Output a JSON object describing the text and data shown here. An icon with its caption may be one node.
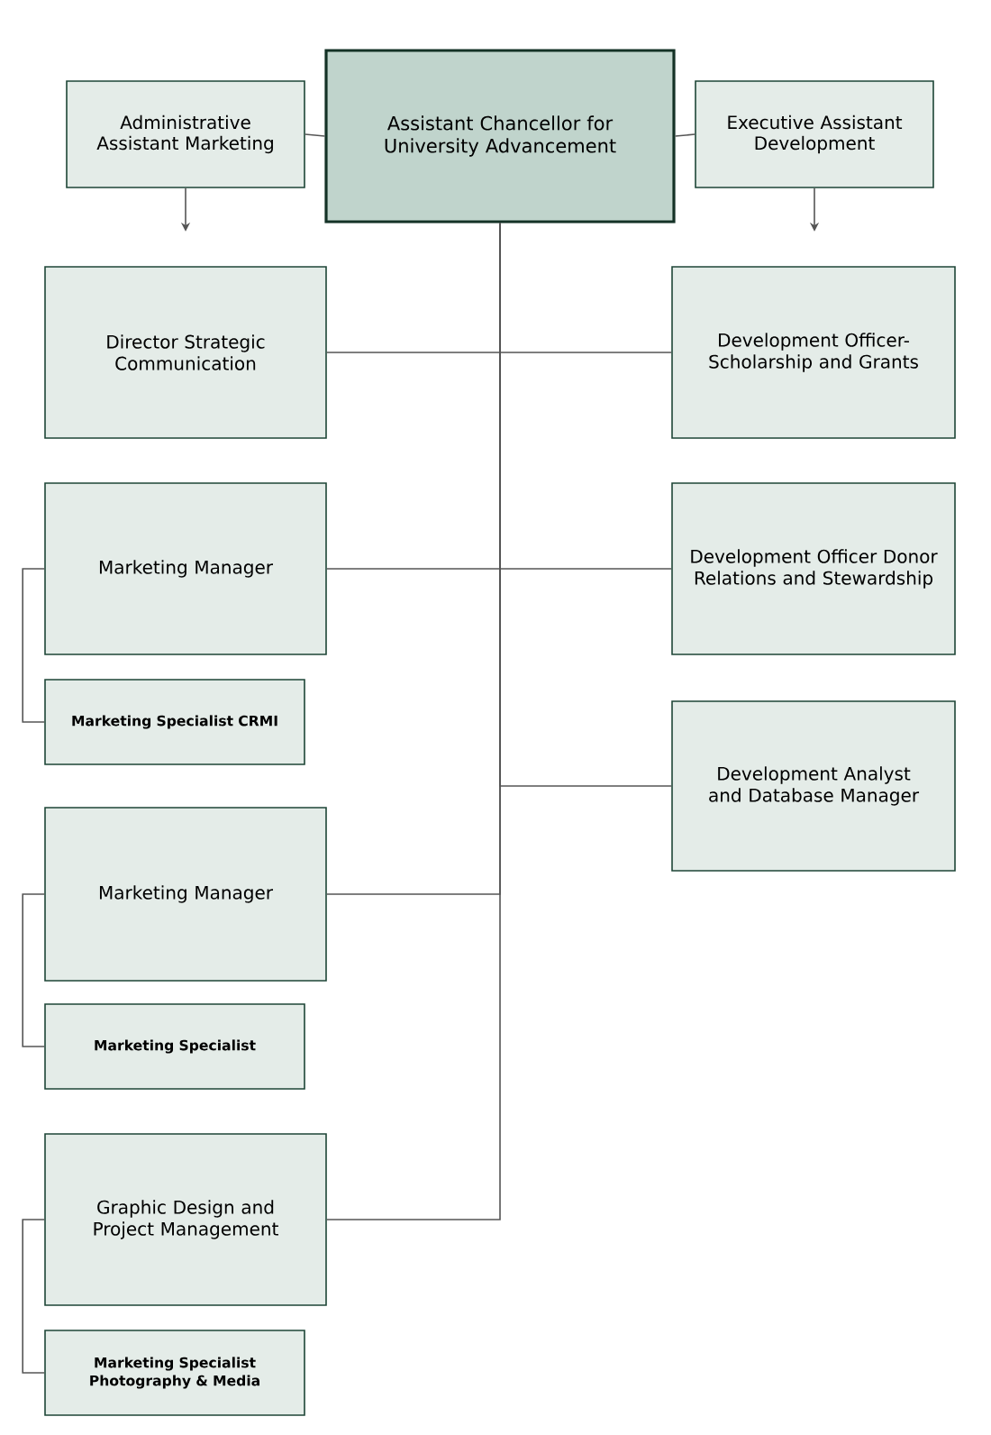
{
  "diagram": {
    "nodes": [
      {
        "text": [
          "Administrative Assistant Marketing"
        ]
      },
      {
        "text": [
          "Assistant Chancellor for University Advancement"
        ]
      },
      {
        "text": [
          "Executive Assistant Development"
        ]
      },
      {
        "text": [
          "Director Strategic Communication"
        ]
      },
      {
        "text": [
          "Development Officer-Scholarship and Grants"
        ]
      },
      {
        "text": [
          "Marketing Manager"
        ]
      },
      {
        "text": [
          "Development Officer Donor Relations and Stewardship"
        ]
      },
      {
        "text": [
          "Marketing Specialist CRMI"
        ]
      },
      {
        "text": [
          "Development Analyst and Database Manager"
        ]
      },
      {
        "text": [
          "Marketing Manager"
        ]
      },
      {
        "text": [
          "Marketing Specialist"
        ]
      },
      {
        "text": [
          "Graphic Design and Project Management"
        ]
      },
      {
        "text": [
          "Marketing Specialist Photography & Media"
        ]
      }
    ],
    "edges": [
      {
        "from": 1,
        "to": 0,
        "arrow": "none"
      },
      {
        "from": 1,
        "to": 2,
        "arrow": "none"
      },
      {
        "from": 0,
        "to": null,
        "arrow": "to"
      },
      {
        "from": 2,
        "to": null,
        "arrow": "to"
      },
      {
        "from": 1,
        "to": 3,
        "arrow": "none"
      },
      {
        "from": 1,
        "to": 4,
        "arrow": "none"
      },
      {
        "from": 1,
        "to": 5,
        "arrow": "none"
      },
      {
        "from": 1,
        "to": 6,
        "arrow": "none"
      },
      {
        "from": 1,
        "to": 8,
        "arrow": "none"
      },
      {
        "from": 1,
        "to": 9,
        "arrow": "none"
      },
      {
        "from": 1,
        "to": 11,
        "arrow": "none"
      },
      {
        "from": 5,
        "to": 7,
        "arrow": "none"
      },
      {
        "from": 9,
        "to": 10,
        "arrow": "none"
      },
      {
        "from": 11,
        "to": 12,
        "arrow": "none"
      }
    ]
  }
}
